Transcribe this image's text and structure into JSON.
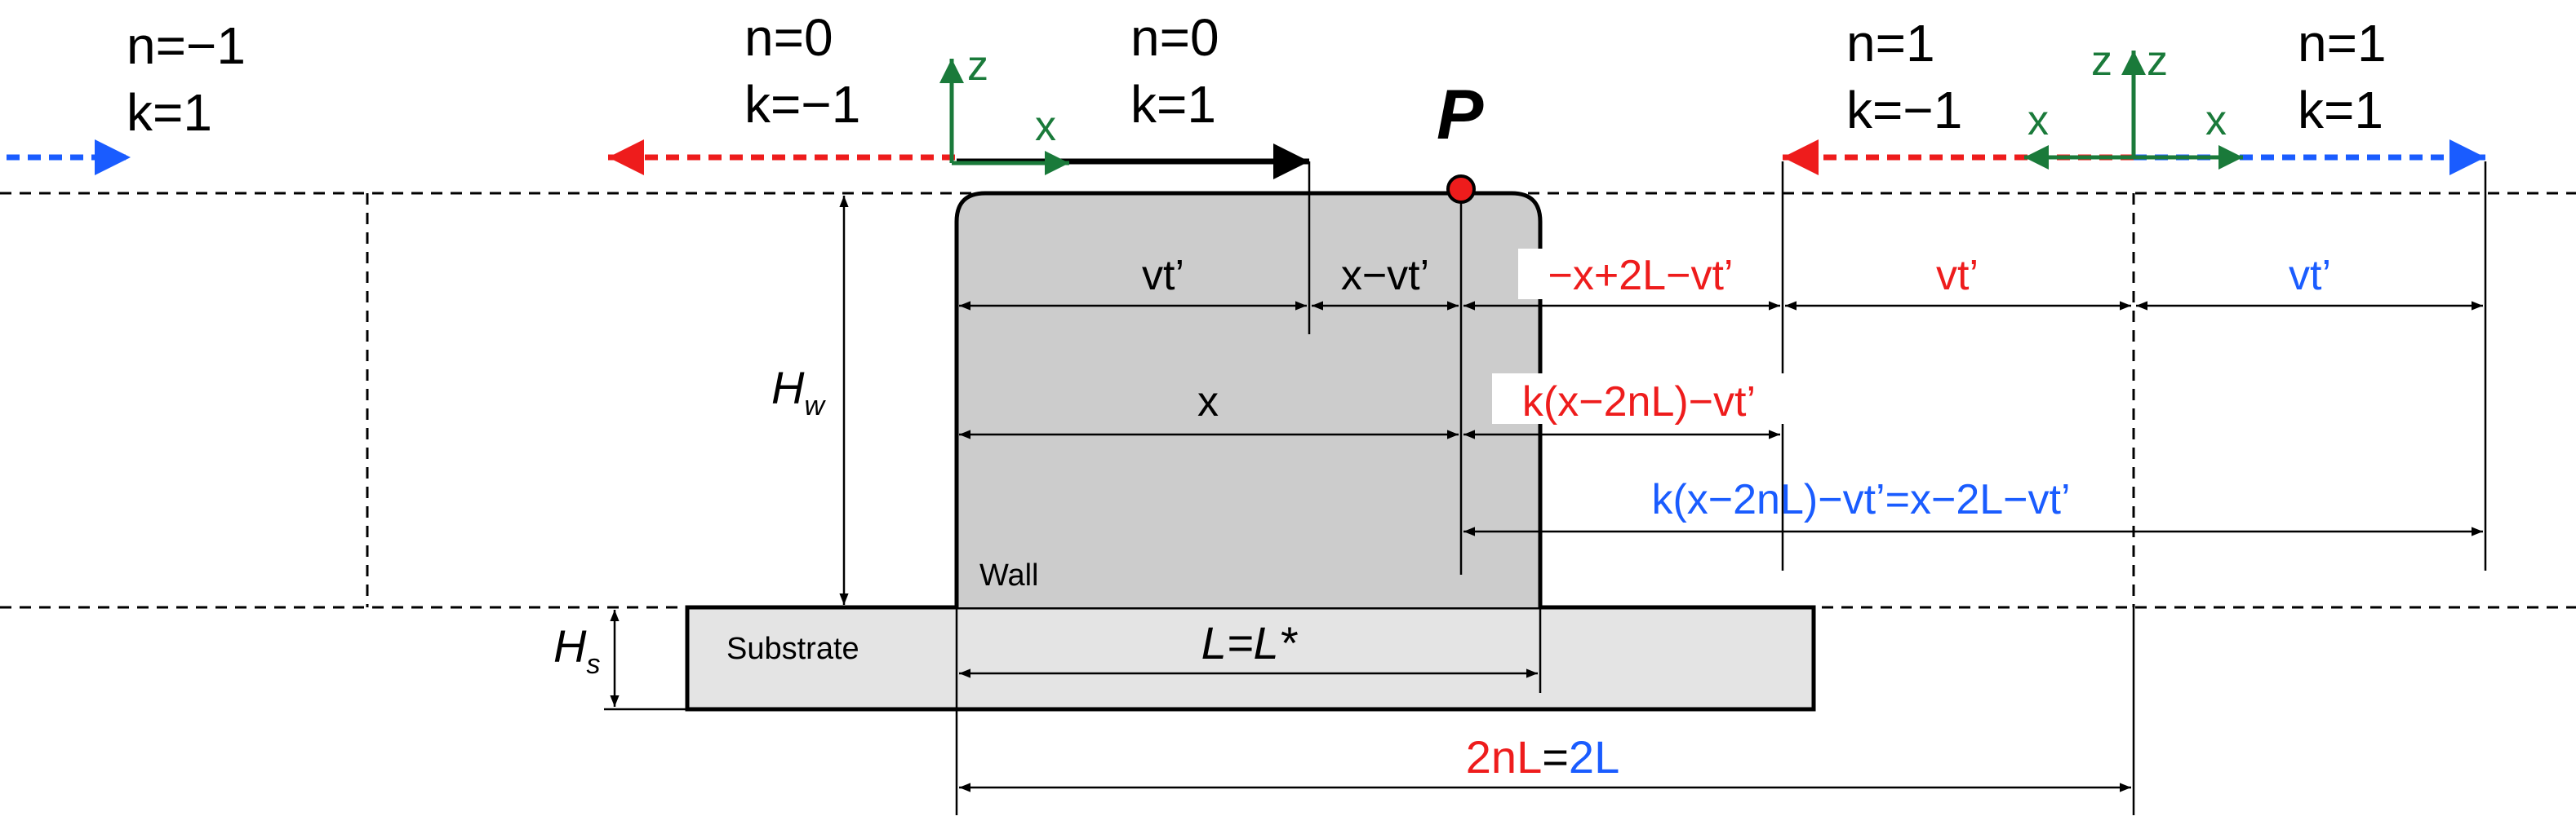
{
  "colors": {
    "black": "#000000",
    "red": "#ee1c1c",
    "blue": "#1a5cff",
    "green": "#1a7a3a",
    "wall_fill": "#cccccc",
    "substrate_fill": "#e4e4e4"
  },
  "labels": {
    "point_p": "P",
    "hw_main": "H",
    "hw_sub": "w",
    "hs_main": "H",
    "hs_sub": "s",
    "wall": "Wall",
    "substrate": "Substrate",
    "ll_star": "L=L*",
    "two_nl_red": "2nL",
    "two_nl_eq": "=",
    "two_nl_blue": "2L",
    "dim_vt_center": "vt’",
    "dim_x_minus_vt": "x−vt’",
    "dim_x": "x",
    "dim_red_1": "−x+2L−vt’",
    "dim_red_vt": "vt’",
    "dim_blue_vt": "vt’",
    "dim_red_2": "k(x−2nL)−vt’",
    "dim_blue_eq": "k(x−2nL)−vt’=x−2L−vt’"
  },
  "images": [
    {
      "n": "n=−1",
      "k": "k=1"
    },
    {
      "n": "n=0",
      "k": "k=−1"
    },
    {
      "n": "n=0",
      "k": "k=1"
    },
    {
      "n": "n=1",
      "k": "k=−1"
    },
    {
      "n": "n=1",
      "k": "k=1"
    }
  ],
  "axes": {
    "z": "z",
    "x": "x"
  }
}
